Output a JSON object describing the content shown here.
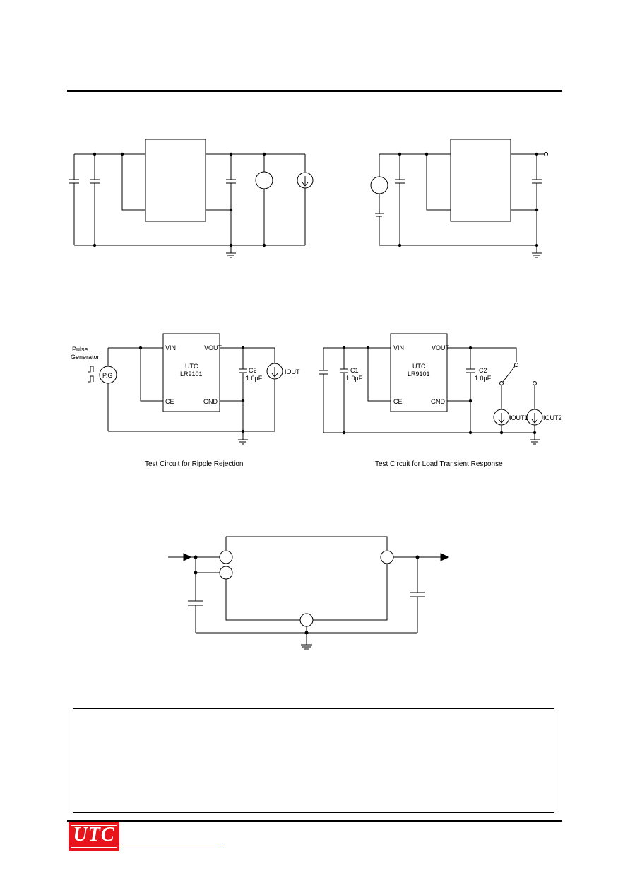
{
  "ripple_circuit": {
    "pulse_label_line1": "Pulse",
    "pulse_label_line2": "Generator",
    "pg_label": "P.G",
    "ic_brand": "UTC",
    "ic_part": "LR9101",
    "pin_vin": "VIN",
    "pin_vout": "VOUT",
    "pin_ce": "CE",
    "pin_gnd": "GND",
    "cap_name": "C2",
    "cap_value": "1.0µF",
    "load_label": "IOUT",
    "caption": "Test Circuit for Ripple Rejection"
  },
  "transient_circuit": {
    "ic_brand": "UTC",
    "ic_part": "LR9101",
    "pin_vin": "VIN",
    "pin_vout": "VOUT",
    "pin_ce": "CE",
    "pin_gnd": "GND",
    "c1_name": "C1",
    "c1_value": "1.0µF",
    "c2_name": "C2",
    "c2_value": "1.0µF",
    "load1_label": "IOUT1",
    "load2_label": "IOUT2",
    "caption": "Test Circuit for Load Transient Response"
  },
  "footer": {
    "logo_text": "UTC"
  }
}
